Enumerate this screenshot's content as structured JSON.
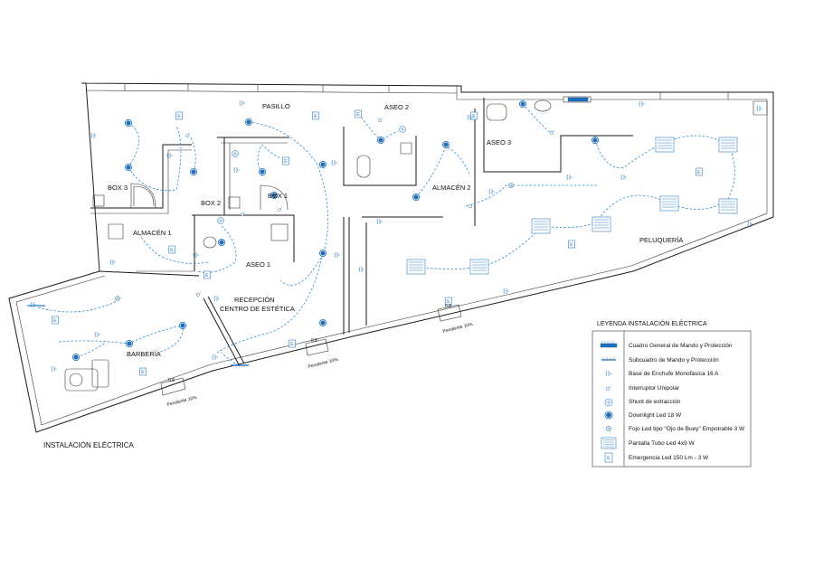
{
  "rooms": {
    "pasillo": "PASILLO",
    "aseo2": "ASEO 2",
    "aseo3": "ASEO 3",
    "box3": "BOX 3",
    "box2": "BOX 2",
    "box1": "BOX 1",
    "almacen1": "ALMACÉN 1",
    "almacen2": "ALMACÉN 2",
    "aseo1": "ASEO 1",
    "recepcion_l1": "RECEPCIÓN",
    "recepcion_l2": "CENTRO DE ESTÉTICA",
    "barberia": "BARBERÍA",
    "peluqueria": "PELUQUERÍA"
  },
  "ramps": {
    "r1_label": "Pendiente 10%",
    "r1_dim": "0.8",
    "r2_label": "Pendiente 10%",
    "r2_dim": "0.8",
    "r3_label": "Pendiente 10%",
    "r3_dim": "0.8"
  },
  "drawing_title": "INSTALACIÓN ELÉCTRICA",
  "legend": {
    "title": "LEYENDA INSTALACIÓN ELÉCTRICA",
    "items": [
      {
        "icon": "main-panel-icon",
        "label": "Cuadro General de Mando y Protección"
      },
      {
        "icon": "sub-panel-icon",
        "label": "Subcuadro de Mando y Protección"
      },
      {
        "icon": "socket-icon",
        "label": "Base de Enchufe Monofásica 16 A"
      },
      {
        "icon": "switch-icon",
        "label": "Interruptor Unipolar"
      },
      {
        "icon": "extraction-fan-icon",
        "label": "Shunt de extracción"
      },
      {
        "icon": "downlight-icon",
        "label": "Downlight Led 18 W"
      },
      {
        "icon": "spotlight-icon",
        "label": "Fojo Led tipo \"Ojo de Buey\" Empotrable 3 W"
      },
      {
        "icon": "tube-panel-icon",
        "label": "Pantalla Tubo Led 4x9 W"
      },
      {
        "icon": "emergency-icon",
        "label": "Emergencia Led 150 Lm - 3 W"
      }
    ],
    "emergency_letter": "E"
  },
  "colors": {
    "symbol_blue": "#1a6fc0",
    "wire_blue": "#2a8ad4",
    "wall": "#1a1a1a"
  }
}
